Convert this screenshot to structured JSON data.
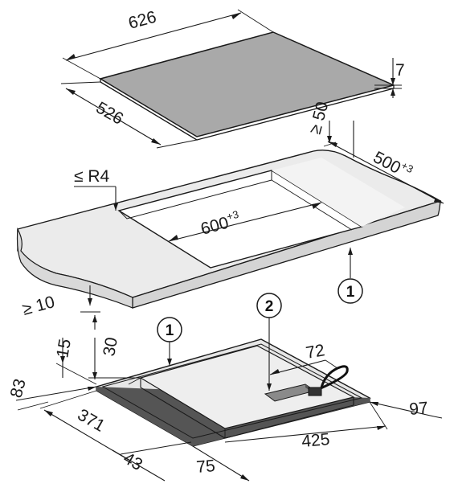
{
  "dimensions": {
    "glass_width": "626",
    "glass_depth": "526",
    "glass_thickness": "7",
    "rear_clearance": "≥ 50",
    "cutout_depth": "500",
    "cutout_depth_tol": "+3",
    "corner_radius": "≤ R4",
    "cutout_width": "600",
    "cutout_width_tol": "+3",
    "front_clearance": "≥ 10",
    "height_15": "15",
    "height_30": "30",
    "conn_72": "72",
    "left_83": "83",
    "depth_371": "371",
    "front_43": "43",
    "front_75": "75",
    "width_425": "425",
    "right_97": "97"
  },
  "callouts": {
    "worktop": "1",
    "hob": "1",
    "connection_box": "2"
  },
  "colors": {
    "glass_top": "#a9a9a9",
    "worktop_surface": "#ebebeb",
    "worktop_front": "#d9d9d9",
    "hob_body": "#e6e6e6",
    "hob_frame": "#555555"
  }
}
